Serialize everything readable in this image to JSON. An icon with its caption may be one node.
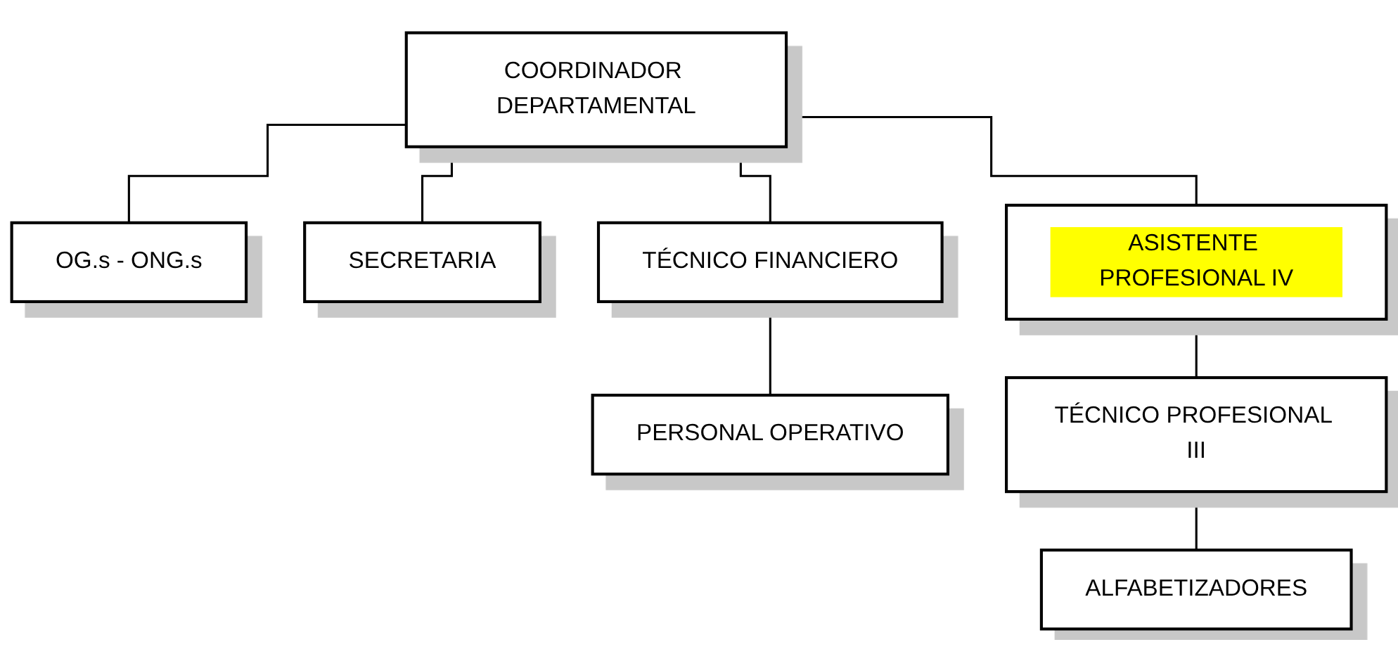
{
  "diagram": {
    "nodes": [
      {
        "text": [
          "COORDINADOR DEPARTAMENTAL"
        ]
      },
      {
        "text": [
          "OG.s - ONG.s"
        ]
      },
      {
        "text": [
          "SECRETARIA"
        ]
      },
      {
        "text": [
          "TÉCNICO FINANCIERO"
        ]
      },
      {
        "text": [
          "ASISTENTE PROFESIONAL IV"
        ]
      },
      {
        "text": [
          "PERSONAL OPERATIVO"
        ]
      },
      {
        "text": [
          "TÉCNICO PROFESIONAL III"
        ]
      },
      {
        "text": [
          "ALFABETIZADORES"
        ]
      }
    ],
    "edges": [
      {
        "from": 0,
        "to": 1,
        "arrow": "none"
      },
      {
        "from": 0,
        "to": 2,
        "arrow": "none"
      },
      {
        "from": 0,
        "to": 3,
        "arrow": "none"
      },
      {
        "from": 0,
        "to": 4,
        "arrow": "none"
      },
      {
        "from": 3,
        "to": 5,
        "arrow": "none"
      },
      {
        "from": 4,
        "to": 6,
        "arrow": "none"
      },
      {
        "from": 6,
        "to": 7,
        "arrow": "none"
      }
    ]
  }
}
